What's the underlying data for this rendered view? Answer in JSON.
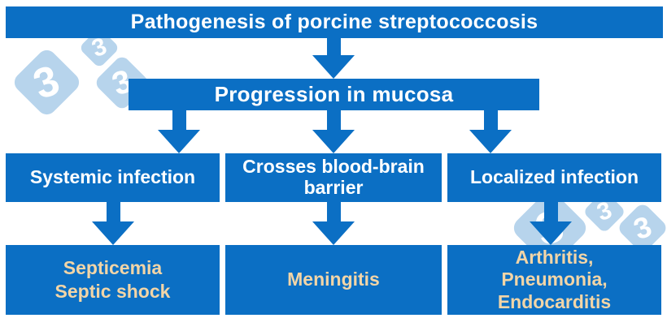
{
  "colors": {
    "primary_blue": "#0b6fc4",
    "watermark_blue": "#b7d4ec",
    "cream_text": "#f2d5a7",
    "white_text": "#ffffff",
    "background": "#ffffff"
  },
  "title_banner": {
    "text": "Pathogenesis of porcine streptococcosis"
  },
  "stage_banner": {
    "text": "Progression in mucosa"
  },
  "branches": {
    "systemic": {
      "cause": "Systemic infection",
      "outcome_line1": "Septicemia",
      "outcome_line2": "Septic shock"
    },
    "cns": {
      "cause_line1": "Crosses blood-brain",
      "cause_line2": "barrier",
      "outcome": "Meningitis"
    },
    "localized": {
      "cause": "Localized infection",
      "outcome_line1": "Arthritis,",
      "outcome_line2": "Pneumonia,",
      "outcome_line3": "Endocarditis"
    }
  },
  "watermark": {
    "icon": "333-logo-icon",
    "digit": "3"
  }
}
